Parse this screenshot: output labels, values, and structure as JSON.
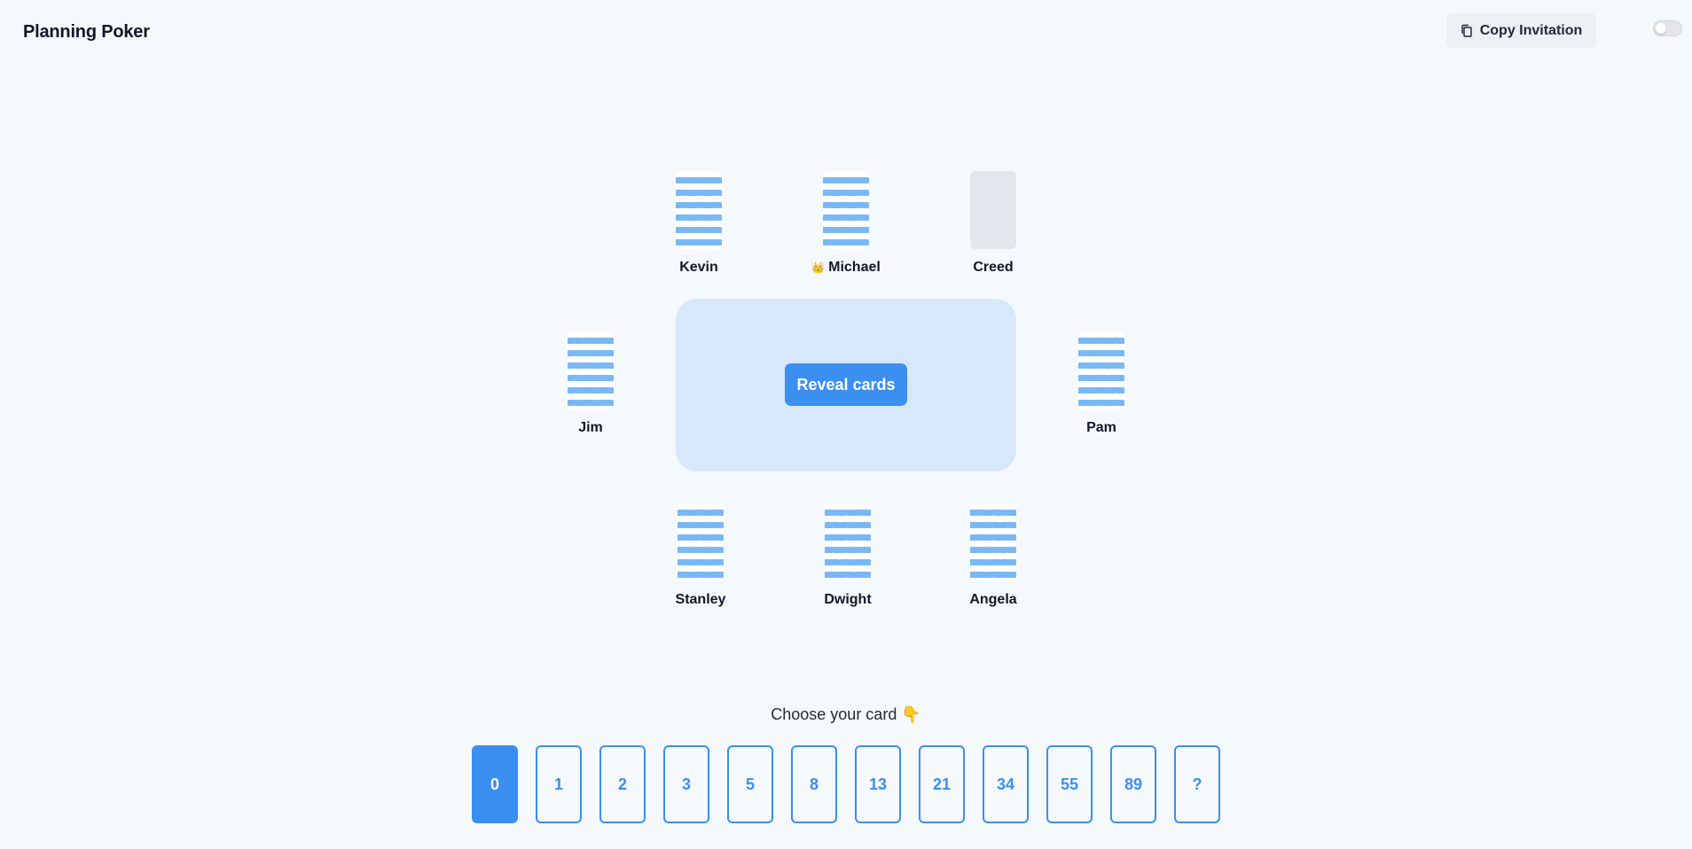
{
  "header": {
    "title": "Planning Poker",
    "copy_label": "Copy Invitation",
    "copy_icon": "copy-icon",
    "theme_toggle_on": false
  },
  "table": {
    "reveal_label": "Reveal cards"
  },
  "players": [
    {
      "name": "Kevin",
      "card": "back",
      "host": false
    },
    {
      "name": "Michael",
      "card": "back",
      "host": true,
      "host_badge": "👑"
    },
    {
      "name": "Creed",
      "card": "empty",
      "host": false
    },
    {
      "name": "Jim",
      "card": "back",
      "host": false
    },
    {
      "name": "Pam",
      "card": "back",
      "host": false
    },
    {
      "name": "Stanley",
      "card": "back",
      "host": false
    },
    {
      "name": "Dwight",
      "card": "back",
      "host": false
    },
    {
      "name": "Angela",
      "card": "back",
      "host": false
    }
  ],
  "deck": {
    "prompt": "Choose your card 👇",
    "cards": [
      "0",
      "1",
      "2",
      "3",
      "5",
      "8",
      "13",
      "21",
      "34",
      "55",
      "89",
      "?"
    ],
    "selected": "0"
  },
  "colors": {
    "accent": "#3b8ff0",
    "table": "#d7e8fc",
    "background": "#f6f9fc"
  }
}
